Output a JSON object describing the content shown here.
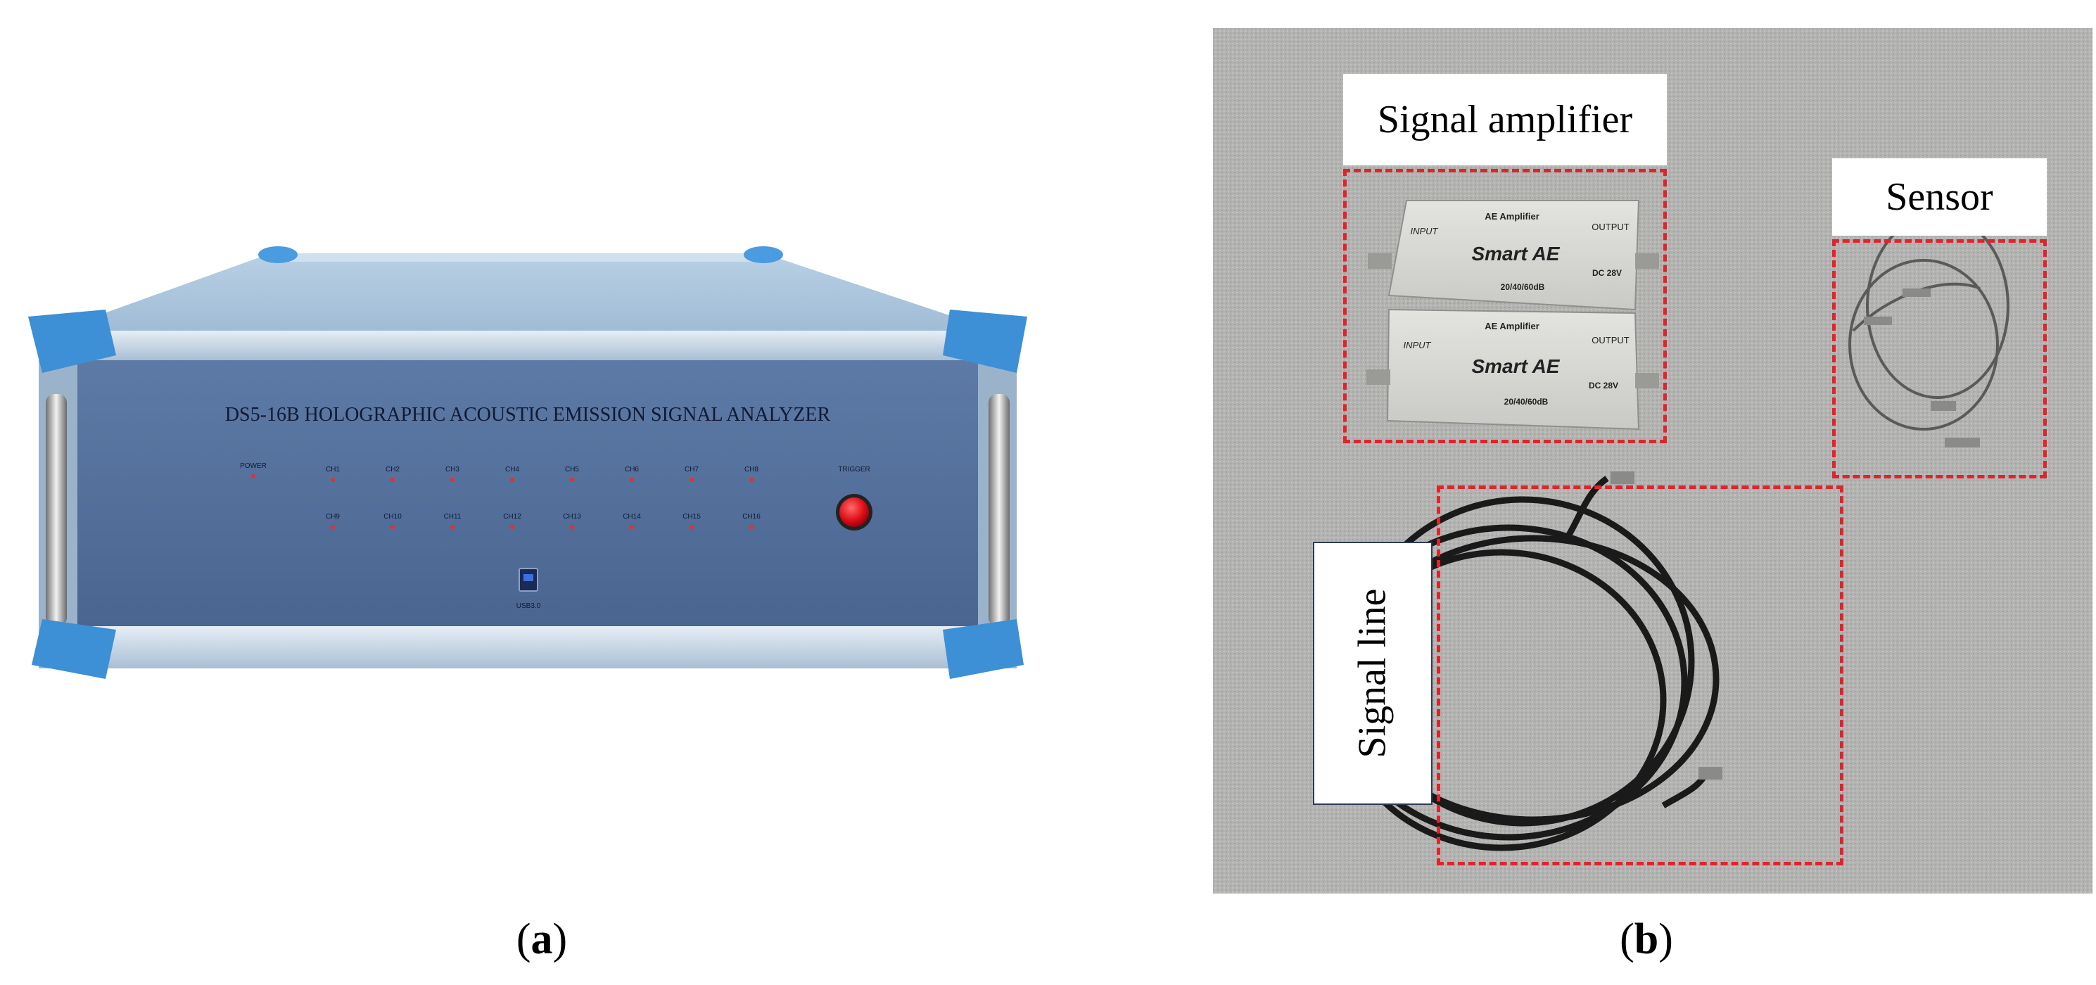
{
  "panel_a": {
    "device_title": "DS5-16B HOLOGRAPHIC ACOUSTIC EMISSION SIGNAL ANALYZER",
    "power_label": "POWER",
    "trigger_label": "TRIGGER",
    "usb_label": "USB3.0",
    "channels_row1": [
      "CH1",
      "CH2",
      "CH3",
      "CH4",
      "CH5",
      "CH6",
      "CH7",
      "CH8"
    ],
    "channels_row2": [
      "CH9",
      "CH10",
      "CH11",
      "CH12",
      "CH13",
      "CH14",
      "CH15",
      "CH16"
    ],
    "caption": "a"
  },
  "panel_b": {
    "label_amplifier": "Signal amplifier",
    "label_sensor": "Sensor",
    "label_signal_line": "Signal line",
    "amp_top": {
      "title": "AE Amplifier",
      "input": "INPUT",
      "output": "OUTPUT",
      "brand": "Smart AE",
      "gain": "20/40/60dB",
      "power": "DC 28V"
    },
    "amp_bottom": {
      "title": "AE Amplifier",
      "input": "INPUT",
      "output": "OUTPUT",
      "brand": "Smart AE",
      "gain": "20/40/60dB",
      "power": "DC 28V"
    },
    "caption": "b"
  },
  "colors": {
    "chassis_blue": "#4f6a93",
    "corner_blue": "#3d8fd6",
    "dashed_red": "#e0242c",
    "carpet_grey": "#b2b2b0"
  }
}
